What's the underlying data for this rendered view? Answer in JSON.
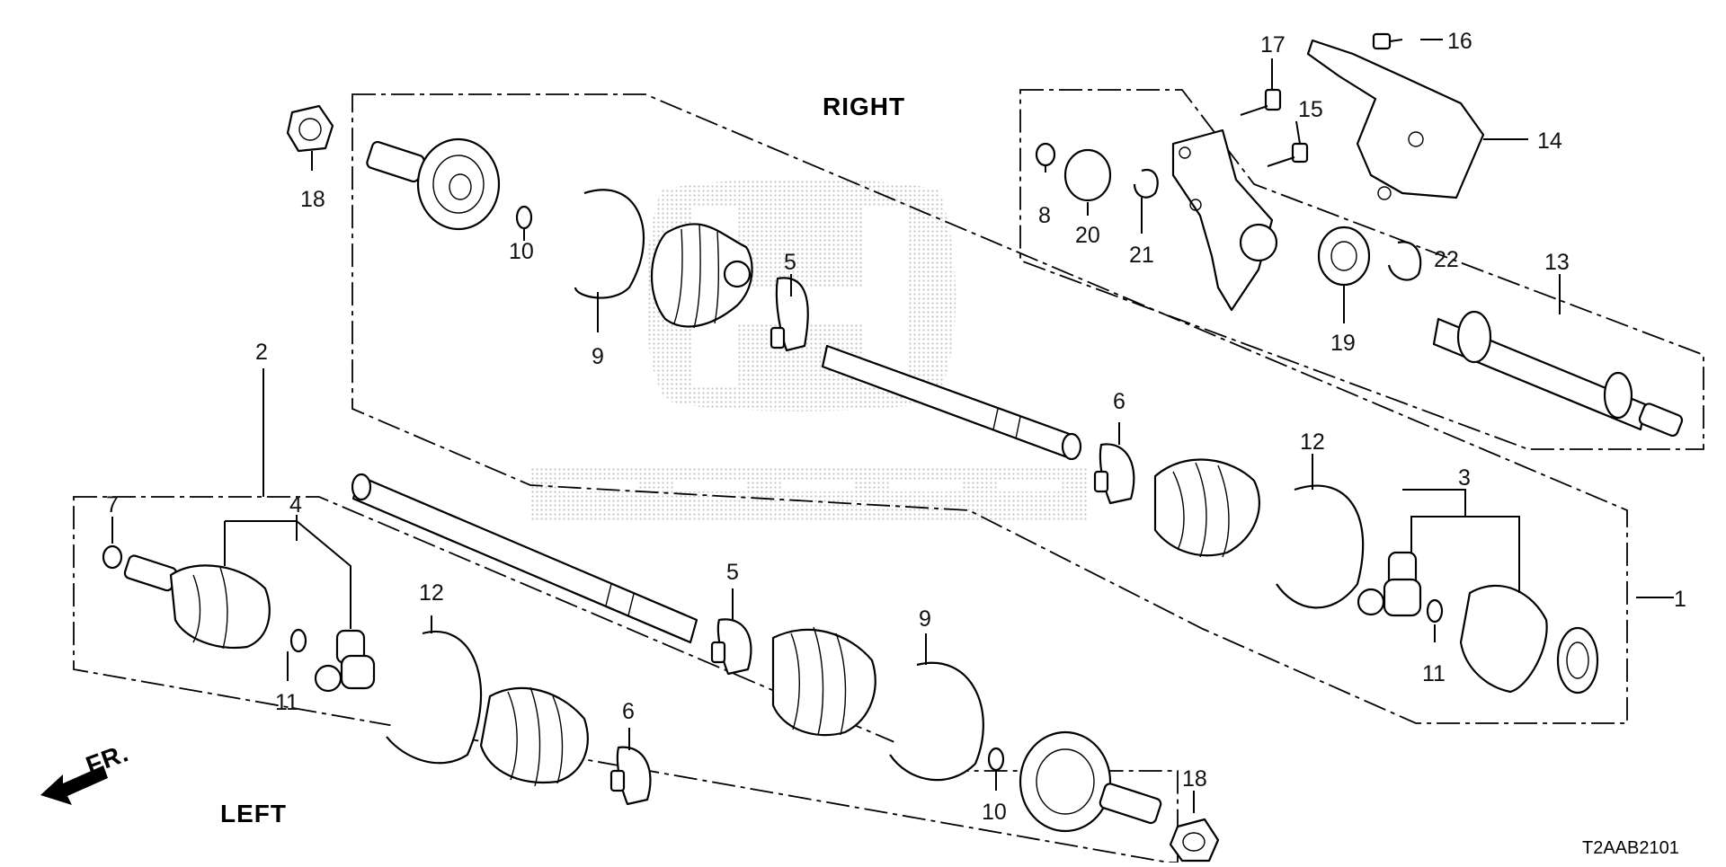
{
  "headings": {
    "right": "RIGHT",
    "left": "LEFT",
    "front": "FR."
  },
  "diagram_code": "T2AAB2101",
  "callouts": {
    "c1": "1",
    "c2": "2",
    "c3": "3",
    "c4": "4",
    "c5a": "5",
    "c5b": "5",
    "c6a": "6",
    "c6b": "6",
    "c7": "7",
    "c8": "8",
    "c9a": "9",
    "c9b": "9",
    "c10a": "10",
    "c10b": "10",
    "c11a": "11",
    "c11b": "11",
    "c12a": "12",
    "c12b": "12",
    "c13": "13",
    "c14": "14",
    "c15": "15",
    "c16": "16",
    "c17": "17",
    "c18a": "18",
    "c18b": "18",
    "c19": "19",
    "c20": "20",
    "c21": "21",
    "c22": "22"
  },
  "colors": {
    "line": "#000000",
    "watermark": "#bdbdbd",
    "background": "#ffffff"
  }
}
